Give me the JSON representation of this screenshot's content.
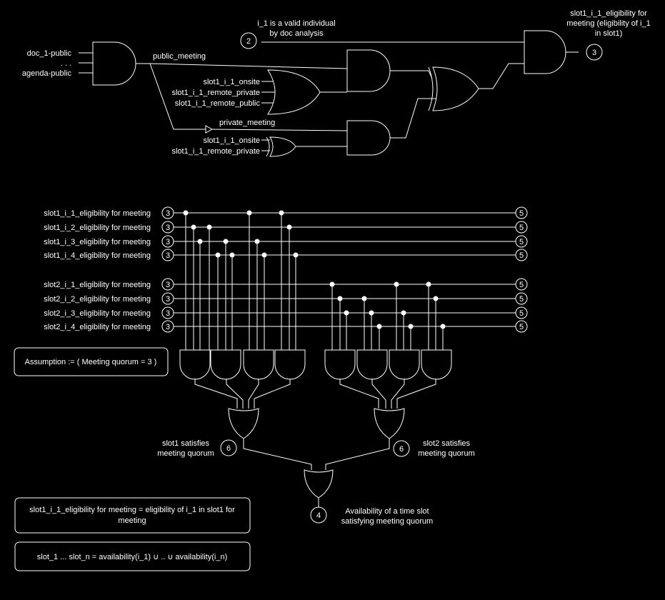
{
  "colors": {
    "background": "#000000",
    "foreground": "#ffffff"
  },
  "top_circuit": {
    "inputs_and1": [
      "doc_1-public",
      ". . .",
      "agenda-public"
    ],
    "public_meeting_label": "public_meeting",
    "or_public_inputs": [
      "slot1_i_1_onsite",
      "slot1_i_1_remote_private",
      "slot1_i_1_remote_public"
    ],
    "private_meeting_label": "private_meeting",
    "xor_private_inputs": [
      "slot1_i_1_onsite",
      "slot1_i_1_remote_private"
    ],
    "connector_2_number": "2",
    "connector_2_caption": [
      "i_1 is a valid individual",
      "by doc analysis"
    ],
    "output_number": "3",
    "output_caption": [
      "slot1_i_1_eligibility for",
      "meeting (eligibility of i_1",
      "in slot1)"
    ]
  },
  "eligibility_rows": [
    {
      "label": "slot1_i_1_eligibility for meeting",
      "in": "3",
      "out": "5"
    },
    {
      "label": "slot1_i_2_eligibility for meeting",
      "in": "3",
      "out": "5"
    },
    {
      "label": "slot1_i_3_eligibility for meeting",
      "in": "3",
      "out": "5"
    },
    {
      "label": "slot1_i_4_eligibility for meeting",
      "in": "3",
      "out": "5"
    },
    {
      "label": "slot2_i_1_eligibility for meeting",
      "in": "3",
      "out": "5"
    },
    {
      "label": "slot2_i_2_eligibility for meeting",
      "in": "3",
      "out": "5"
    },
    {
      "label": "slot2_i_3_eligibility for meeting",
      "in": "3",
      "out": "5"
    },
    {
      "label": "slot2_i_4_eligibility for meeting",
      "in": "3",
      "out": "5"
    }
  ],
  "assumption_note": "Assumption := ( Meeting quorum = 3 )",
  "slot1_quorum": {
    "number": "6",
    "caption": [
      "slot1 satisfies",
      "meeting quorum"
    ]
  },
  "slot2_quorum": {
    "number": "6",
    "caption": [
      "slot2 satisfies",
      "meeting quorum"
    ]
  },
  "availability": {
    "number": "4",
    "caption": [
      "Availability of a time slot",
      "satisfying meeting quorum"
    ]
  },
  "definition_note": [
    "slot1_i_1_eligibility for meeting = eligibility of i_1 in slot1 for",
    "meeting"
  ],
  "union_note": "slot_1 ... slot_n = availability(i_1) ∪ .. ∪ availability(i_n)"
}
